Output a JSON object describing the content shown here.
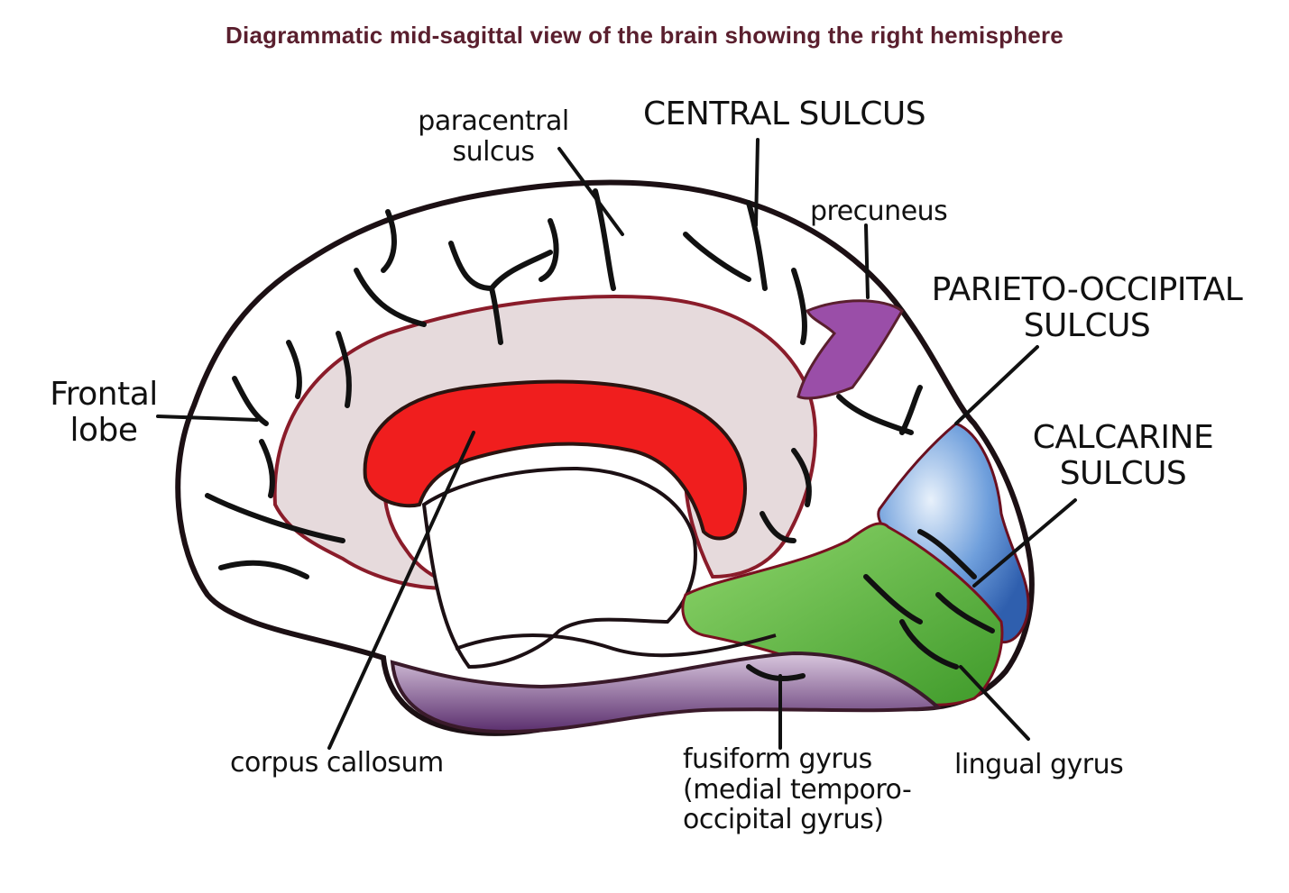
{
  "title": "Diagrammatic mid-sagittal view of the brain showing the right hemisphere",
  "labels": {
    "paracentral_sulcus": [
      "paracentral",
      "sulcus"
    ],
    "central_sulcus": "CENTRAL SULCUS",
    "precuneus": "precuneus",
    "parieto_occipital_sulcus": [
      "PARIETO-OCCIPITAL",
      "SULCUS"
    ],
    "frontal_lobe": [
      "Frontal",
      "lobe"
    ],
    "calcarine_sulcus": [
      "CALCARINE",
      "SULCUS"
    ],
    "corpus_callosum": "corpus callosum",
    "fusiform_gyrus": [
      "fusiform gyrus",
      "(medial temporo-",
      "occipital gyrus)"
    ],
    "lingual_gyrus": "lingual gyrus"
  },
  "colors": {
    "title": "#5a1f2e",
    "outline": "#1c1014",
    "corpus_callosum": "#f01e1e",
    "cingulate": "#e6dadc",
    "precuneus": "#9a4ea8",
    "cuneus": "#5b8fd6",
    "lingual": "#5cb83c",
    "parahippocampal": "#7a4a8c"
  }
}
